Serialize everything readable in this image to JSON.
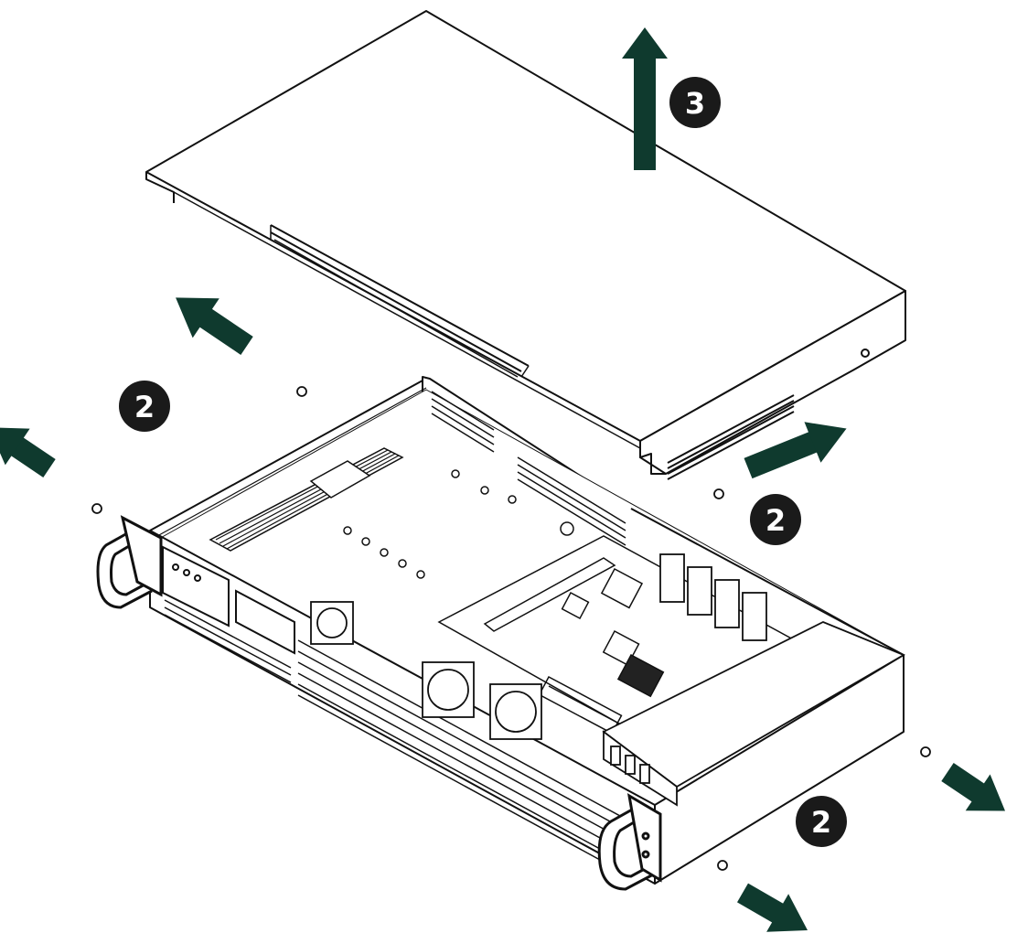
{
  "diagram": {
    "colors": {
      "line": "#111111",
      "arrow": "#0f3a2e",
      "badge": "#1a1a1a",
      "badge_text": "#ffffff",
      "background": "#ffffff"
    },
    "steps": [
      {
        "id": "step-3-lift-cover",
        "label": "3"
      },
      {
        "id": "step-2-rear-left-screw",
        "label": "2"
      },
      {
        "id": "step-2-rear-right-screw",
        "label": "2"
      },
      {
        "id": "step-2-front-right-screw",
        "label": "2"
      }
    ],
    "arrows": [
      {
        "id": "lift-cover-arrow",
        "icon": "arrow-up-icon"
      },
      {
        "id": "rear-left-screw-arrow",
        "icon": "arrow-upleft-icon"
      },
      {
        "id": "front-left-screw-arrow",
        "icon": "arrow-upleft-icon"
      },
      {
        "id": "rear-right-screw-arrow",
        "icon": "arrow-upright-icon"
      },
      {
        "id": "side-right-screw-arrow",
        "icon": "arrow-downright-icon"
      },
      {
        "id": "front-right-screw-arrow",
        "icon": "arrow-downright-icon"
      }
    ]
  }
}
